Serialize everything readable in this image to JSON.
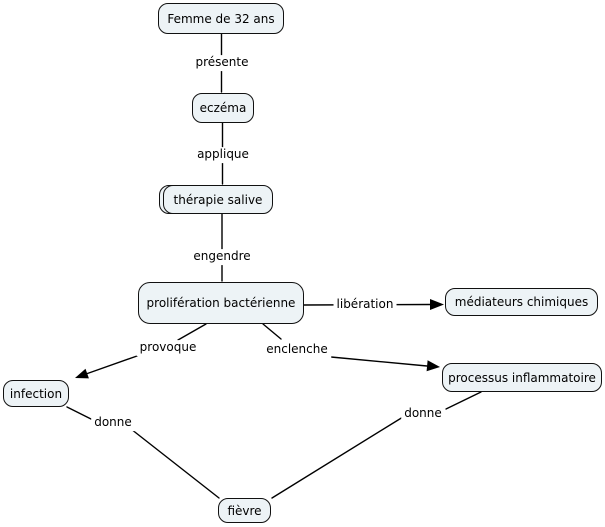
{
  "colors": {
    "background": "#ffffff",
    "node_fill": "#edf3f6",
    "node_border": "#111111",
    "line": "#000000",
    "text": "#000000"
  },
  "nodes": [
    {
      "id": "femme",
      "label": "Femme de 32 ans"
    },
    {
      "id": "eczema",
      "label": "eczéma"
    },
    {
      "id": "therapie",
      "label": "thérapie salive"
    },
    {
      "id": "proliferation",
      "label": "prolifération bactérienne"
    },
    {
      "id": "mediateurs",
      "label": "médiateurs chimiques"
    },
    {
      "id": "infection",
      "label": "infection"
    },
    {
      "id": "processus",
      "label": "processus inflammatoire"
    },
    {
      "id": "fievre",
      "label": "fièvre"
    }
  ],
  "links": [
    {
      "from": "femme",
      "to": "eczema",
      "label": "présente",
      "arrow": false
    },
    {
      "from": "eczema",
      "to": "therapie",
      "label": "applique",
      "arrow": false
    },
    {
      "from": "therapie",
      "to": "proliferation",
      "label": "engendre",
      "arrow": false
    },
    {
      "from": "proliferation",
      "to": "mediateurs",
      "label": "libération",
      "arrow": true
    },
    {
      "from": "proliferation",
      "to": "infection",
      "label": "provoque",
      "arrow": true
    },
    {
      "from": "proliferation",
      "to": "processus",
      "label": "enclenche",
      "arrow": true
    },
    {
      "from": "infection",
      "to": "fievre",
      "label": "donne",
      "arrow": false
    },
    {
      "from": "processus",
      "to": "fievre",
      "label": "donne",
      "arrow": false
    }
  ]
}
